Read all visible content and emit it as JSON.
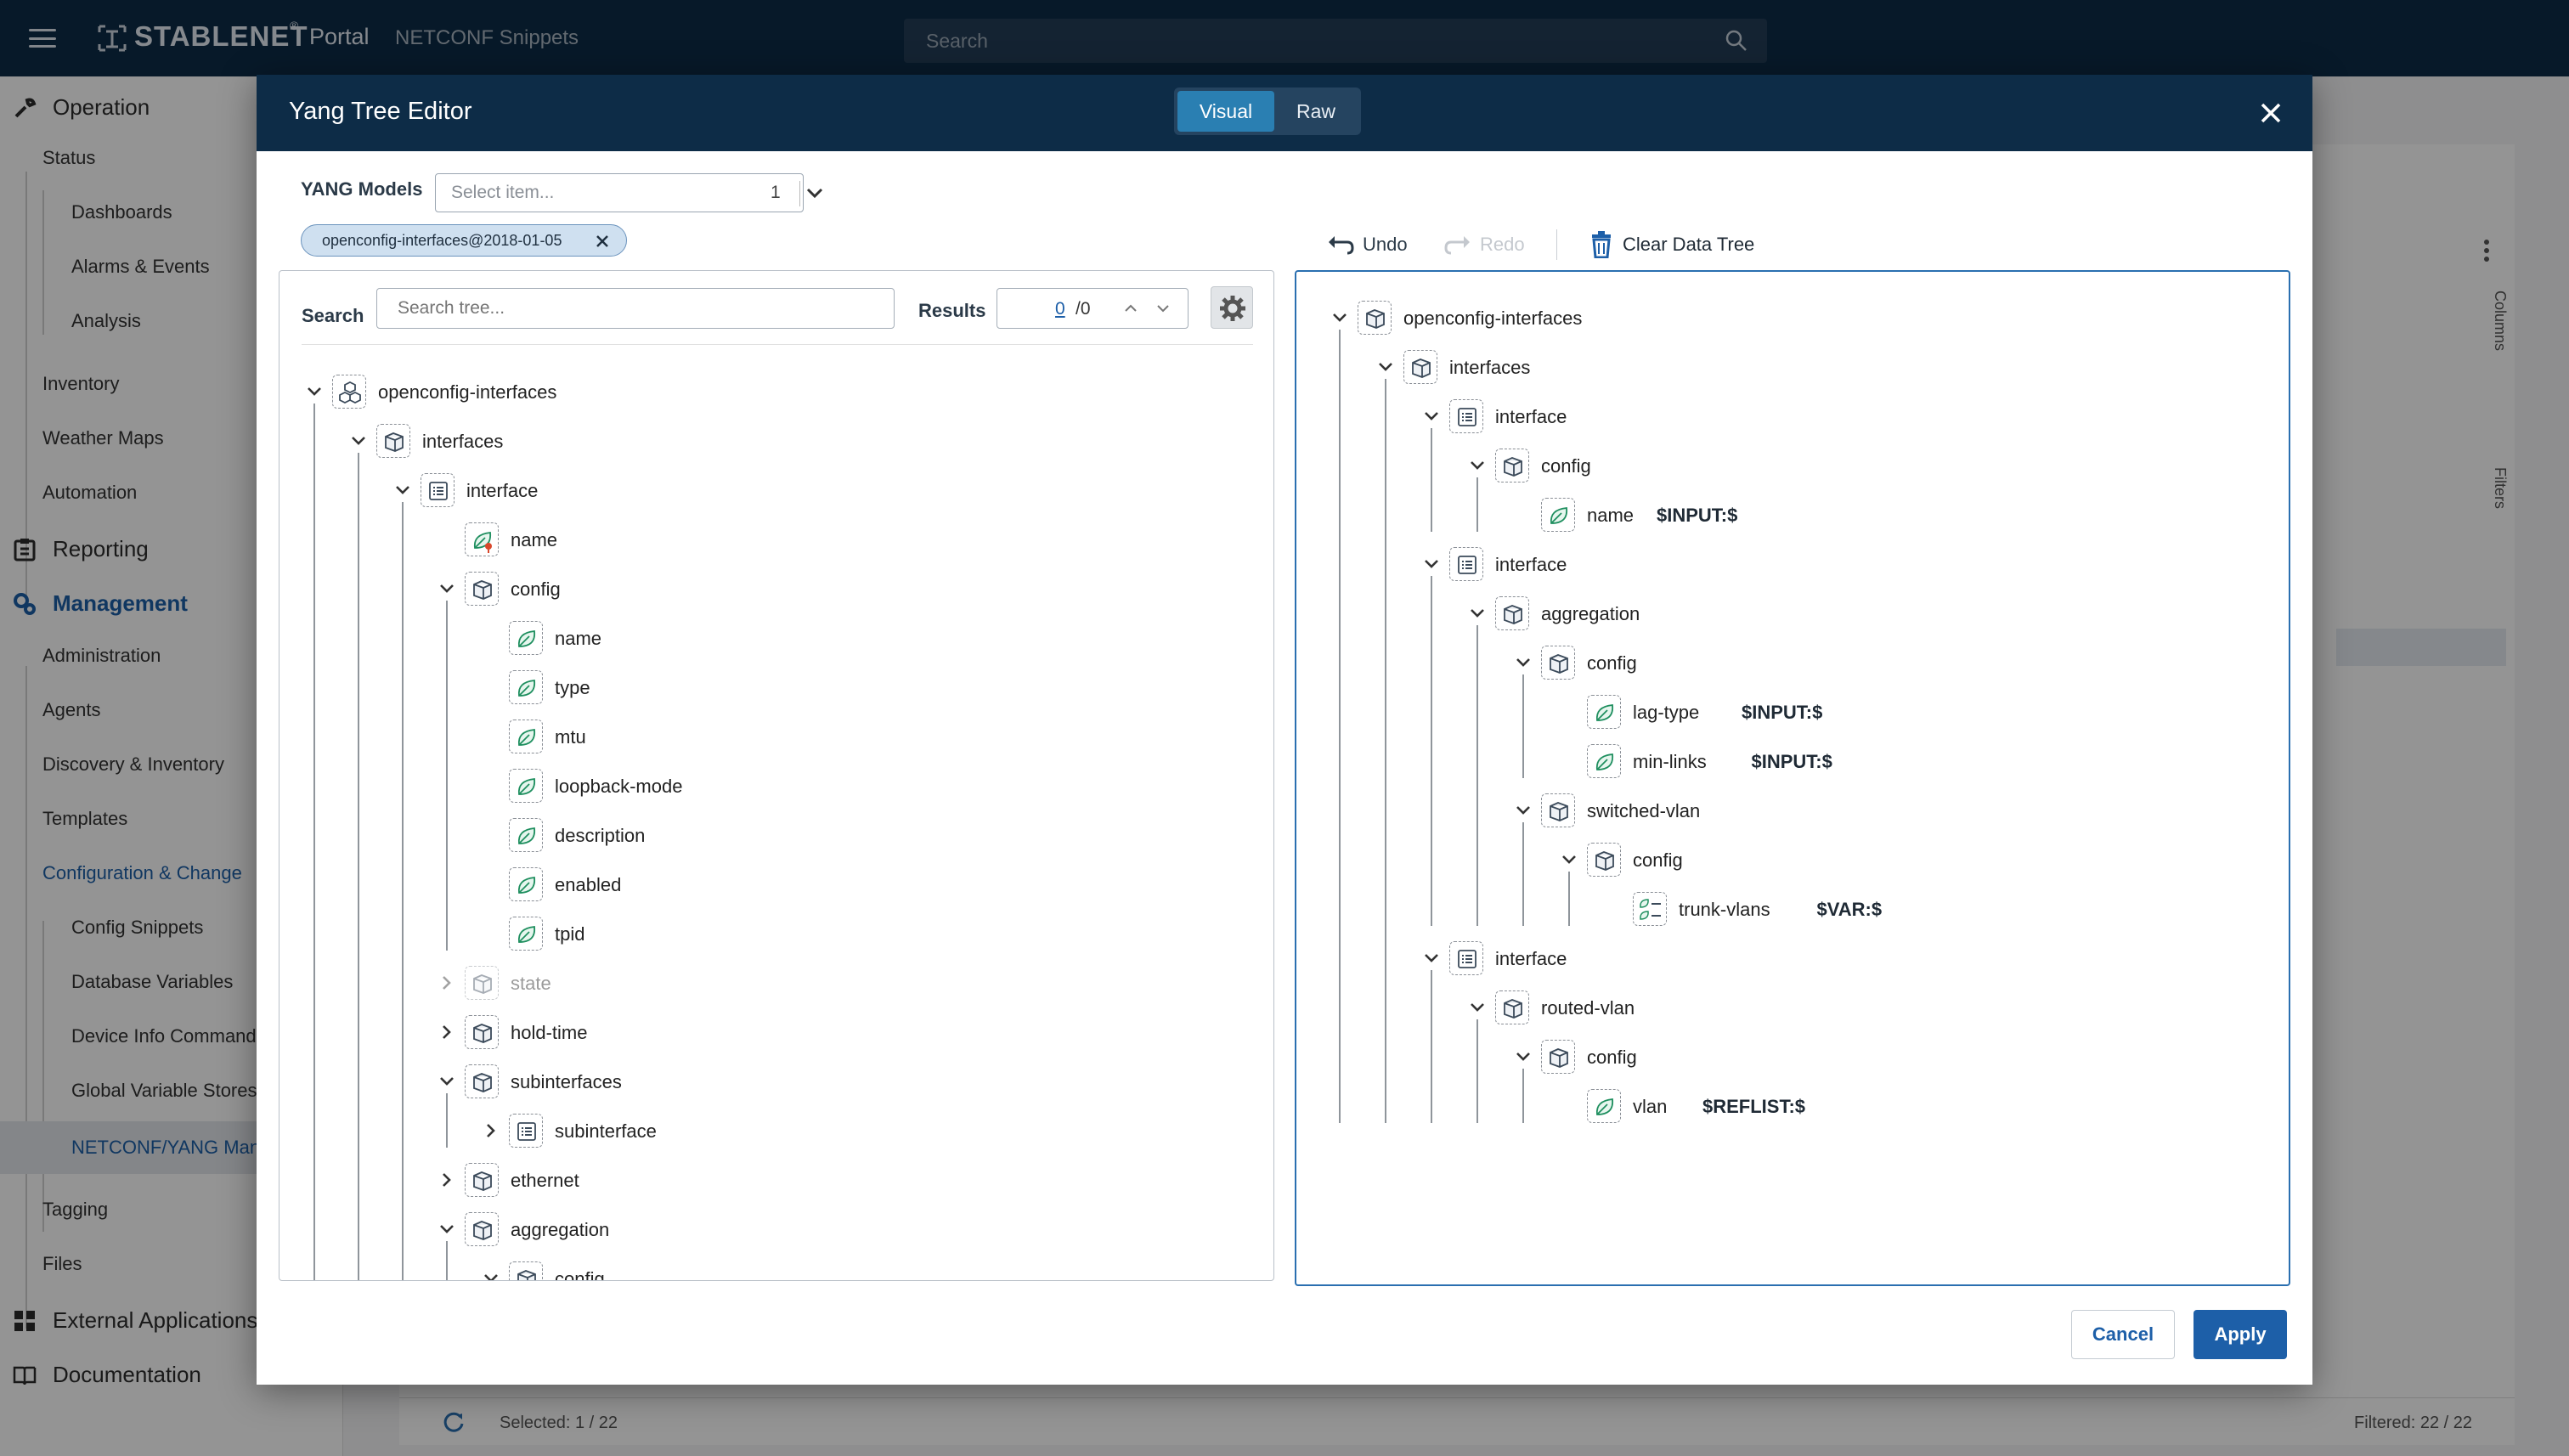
{
  "topbar": {
    "logo": "STABLENET",
    "portal": "Portal",
    "subtitle": "NETCONF Snippets",
    "search_placeholder": "Search"
  },
  "sidebar": {
    "items": [
      {
        "label": "Operation",
        "level": 0
      },
      {
        "label": "Status",
        "level": 1
      },
      {
        "label": "Dashboards",
        "level": 2
      },
      {
        "label": "Alarms & Events",
        "level": 2
      },
      {
        "label": "Analysis",
        "level": 2
      },
      {
        "label": "Inventory",
        "level": 1
      },
      {
        "label": "Weather Maps",
        "level": 1
      },
      {
        "label": "Automation",
        "level": 1
      },
      {
        "label": "Reporting",
        "level": 0
      },
      {
        "label": "Management",
        "level": 0
      },
      {
        "label": "Administration",
        "level": 1
      },
      {
        "label": "Agents",
        "level": 1
      },
      {
        "label": "Discovery & Inventory",
        "level": 1
      },
      {
        "label": "Templates",
        "level": 1
      },
      {
        "label": "Configuration & Change",
        "level": 1
      },
      {
        "label": "Config Snippets",
        "level": 2
      },
      {
        "label": "Database Variables",
        "level": 2
      },
      {
        "label": "Device Info Command",
        "level": 2
      },
      {
        "label": "Global Variable Stores",
        "level": 2
      },
      {
        "label": "NETCONF/YANG Man",
        "level": 2
      },
      {
        "label": "Tagging",
        "level": 1
      },
      {
        "label": "Files",
        "level": 1
      },
      {
        "label": "External Applications",
        "level": 0
      },
      {
        "label": "Documentation",
        "level": 0
      }
    ]
  },
  "background": {
    "selected": "Selected: 1 / 22",
    "filtered": "Filtered: 22 / 22",
    "columns": "Columns",
    "filters": "Filters"
  },
  "modal": {
    "title": "Yang Tree Editor",
    "tabs": {
      "visual": "Visual",
      "raw": "Raw"
    },
    "yang_models_label": "YANG Models",
    "select_placeholder": "Select item...",
    "select_count": "1",
    "chip": "openconfig-interfaces@2018-01-05",
    "search_label": "Search",
    "search_placeholder": "Search tree...",
    "results_label": "Results",
    "results_current": "0",
    "results_total": "/0",
    "toolbar": {
      "undo": "Undo",
      "redo": "Redo",
      "clear": "Clear Data Tree"
    },
    "cancel": "Cancel",
    "apply": "Apply"
  },
  "left_tree": [
    {
      "label": "openconfig-interfaces",
      "depth": 0,
      "toggle": "open",
      "icon": "module"
    },
    {
      "label": "interfaces",
      "depth": 1,
      "toggle": "open",
      "icon": "container"
    },
    {
      "label": "interface",
      "depth": 2,
      "toggle": "open",
      "icon": "list"
    },
    {
      "label": "name",
      "depth": 3,
      "toggle": "none",
      "icon": "leaf-key"
    },
    {
      "label": "config",
      "depth": 3,
      "toggle": "open",
      "icon": "container"
    },
    {
      "label": "name",
      "depth": 4,
      "toggle": "none",
      "icon": "leaf"
    },
    {
      "label": "type",
      "depth": 4,
      "toggle": "none",
      "icon": "leaf"
    },
    {
      "label": "mtu",
      "depth": 4,
      "toggle": "none",
      "icon": "leaf"
    },
    {
      "label": "loopback-mode",
      "depth": 4,
      "toggle": "none",
      "icon": "leaf"
    },
    {
      "label": "description",
      "depth": 4,
      "toggle": "none",
      "icon": "leaf"
    },
    {
      "label": "enabled",
      "depth": 4,
      "toggle": "none",
      "icon": "leaf"
    },
    {
      "label": "tpid",
      "depth": 4,
      "toggle": "none",
      "icon": "leaf"
    },
    {
      "label": "state",
      "depth": 3,
      "toggle": "closed",
      "icon": "container",
      "faded": true
    },
    {
      "label": "hold-time",
      "depth": 3,
      "toggle": "closed",
      "icon": "container"
    },
    {
      "label": "subinterfaces",
      "depth": 3,
      "toggle": "open",
      "icon": "container"
    },
    {
      "label": "subinterface",
      "depth": 4,
      "toggle": "closed",
      "icon": "list"
    },
    {
      "label": "ethernet",
      "depth": 3,
      "toggle": "closed",
      "icon": "container"
    },
    {
      "label": "aggregation",
      "depth": 3,
      "toggle": "open",
      "icon": "container"
    },
    {
      "label": "config",
      "depth": 4,
      "toggle": "open",
      "icon": "container"
    }
  ],
  "right_tree": [
    {
      "label": "openconfig-interfaces",
      "depth": 0,
      "toggle": "open",
      "icon": "container"
    },
    {
      "label": "interfaces",
      "depth": 1,
      "toggle": "open",
      "icon": "container"
    },
    {
      "label": "interface",
      "depth": 2,
      "toggle": "open",
      "icon": "list"
    },
    {
      "label": "config",
      "depth": 3,
      "toggle": "open",
      "icon": "container"
    },
    {
      "label": "name",
      "depth": 4,
      "toggle": "none",
      "icon": "leaf",
      "value": "$INPUT:$"
    },
    {
      "label": "interface",
      "depth": 2,
      "toggle": "open",
      "icon": "list"
    },
    {
      "label": "aggregation",
      "depth": 3,
      "toggle": "open",
      "icon": "container"
    },
    {
      "label": "config",
      "depth": 4,
      "toggle": "open",
      "icon": "container"
    },
    {
      "label": "lag-type",
      "depth": 5,
      "toggle": "none",
      "icon": "leaf",
      "value": "$INPUT:$"
    },
    {
      "label": "min-links",
      "depth": 5,
      "toggle": "none",
      "icon": "leaf",
      "value": "$INPUT:$"
    },
    {
      "label": "switched-vlan",
      "depth": 4,
      "toggle": "open",
      "icon": "container"
    },
    {
      "label": "config",
      "depth": 5,
      "toggle": "open",
      "icon": "container"
    },
    {
      "label": "trunk-vlans",
      "depth": 6,
      "toggle": "none",
      "icon": "leaf-list",
      "value": "$VAR:$"
    },
    {
      "label": "interface",
      "depth": 2,
      "toggle": "open",
      "icon": "list"
    },
    {
      "label": "routed-vlan",
      "depth": 3,
      "toggle": "open",
      "icon": "container"
    },
    {
      "label": "config",
      "depth": 4,
      "toggle": "open",
      "icon": "container"
    },
    {
      "label": "vlan",
      "depth": 5,
      "toggle": "none",
      "icon": "leaf",
      "value": "$REFLIST:$"
    }
  ]
}
